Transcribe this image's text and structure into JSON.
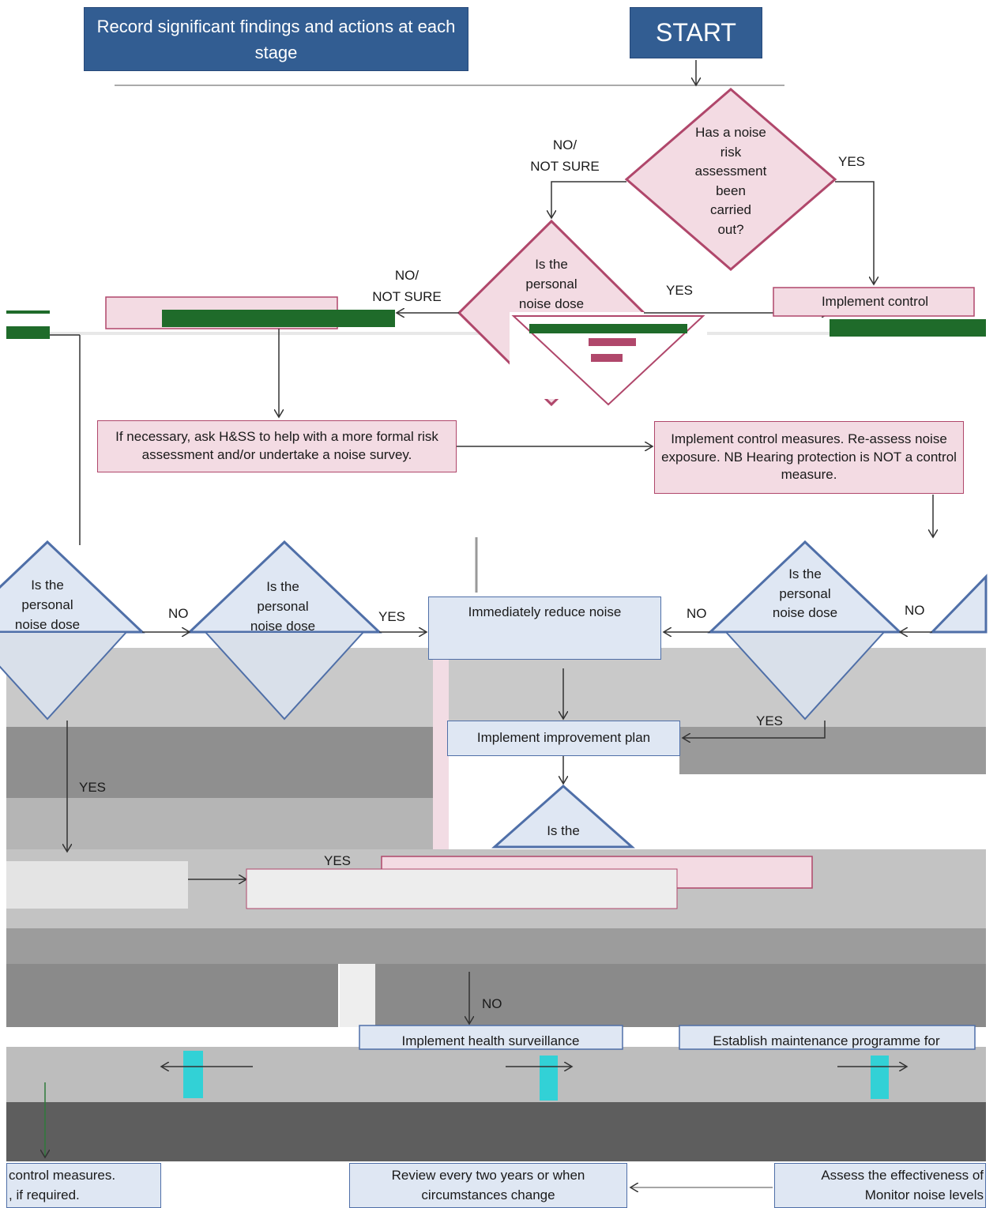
{
  "header": {
    "instruction": "Record significant findings and actions at each stage",
    "start": "START"
  },
  "decisions": {
    "risk_assessment": [
      "Has a noise",
      "risk",
      "assessment",
      "been",
      "carried",
      "out?"
    ],
    "personal_dose_top": [
      "Is the",
      "personal",
      "noise dose"
    ],
    "left_dose_a": [
      "Is the",
      "personal",
      "noise dose"
    ],
    "left_dose_b": [
      "Is the",
      "personal",
      "noise dose"
    ],
    "right_dose": [
      "Is the",
      "personal",
      "noise dose"
    ],
    "bottom_dose": [
      "Is the"
    ]
  },
  "branches": {
    "no_not_sure_1": [
      "NO/",
      "NOT SURE"
    ],
    "yes_1": "YES",
    "no_not_sure_2": [
      "NO/",
      "NOT SURE"
    ],
    "yes_2": "YES",
    "no_a": "NO",
    "yes_b": "YES",
    "no_c": "NO",
    "no_d": "NO",
    "yes_e": "YES",
    "yes_left": "YES",
    "yes_mid": "YES",
    "no_bottom": "NO"
  },
  "boxes": {
    "implement_control_top": "Implement control",
    "ask_hss": "If necessary, ask H&SS to help with a more formal risk assessment and/or undertake a noise survey.",
    "implement_control_reassess": "Implement control measures. Re-assess noise exposure. NB Hearing protection is NOT a control measure.",
    "immediately_reduce": "Immediately reduce noise",
    "improvement_plan": "Implement improvement plan",
    "health_surveillance": "Implement health surveillance",
    "maintenance": "Establish maintenance programme for",
    "control_measures_bottom": [
      "control measures.",
      ", if required."
    ],
    "review": [
      "Review every two years or when",
      "circumstances change"
    ],
    "assess_effectiveness": [
      "Assess the effectiveness of",
      "Monitor noise levels"
    ]
  },
  "colors": {
    "navy": "#325d92",
    "pink_fill": "#f3dbe3",
    "pink_border": "#b0476b",
    "blue_fill": "#dfe7f3",
    "blue_border": "#4f6fa8"
  }
}
